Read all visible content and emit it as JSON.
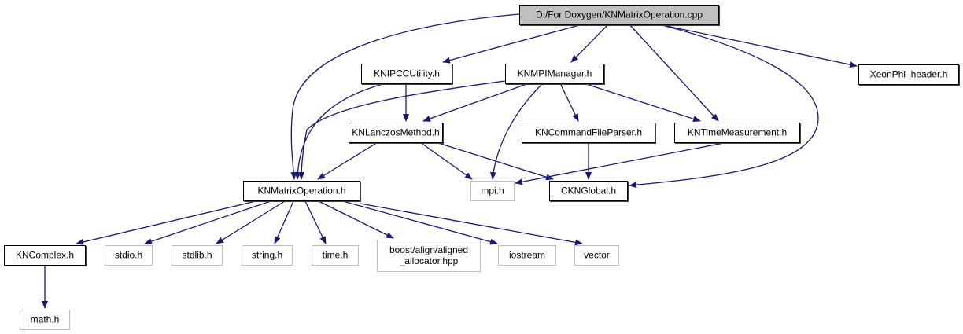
{
  "diagram": {
    "type": "include-dependency-graph",
    "colors": {
      "edge": "#191970",
      "root_fill": "#bfbfbf",
      "root_border": "#000000",
      "documented_border": "#000000",
      "external_border": "#bfbfbf",
      "node_fill": "#ffffff"
    },
    "nodes": [
      {
        "id": "root",
        "lines": [
          "D:/For Doxygen/KNMatrixOperation.cpp"
        ],
        "kind": "root"
      },
      {
        "id": "knipcc",
        "lines": [
          "KNIPCCUtility.h"
        ],
        "kind": "documented"
      },
      {
        "id": "knmpi",
        "lines": [
          "KNMPIManager.h"
        ],
        "kind": "documented"
      },
      {
        "id": "xeon",
        "lines": [
          "XeonPhi_header.h"
        ],
        "kind": "documented"
      },
      {
        "id": "knlanczos",
        "lines": [
          "KNLanczosMethod.h"
        ],
        "kind": "documented"
      },
      {
        "id": "kncmd",
        "lines": [
          "KNCommandFileParser.h"
        ],
        "kind": "documented"
      },
      {
        "id": "kntime",
        "lines": [
          "KNTimeMeasurement.h"
        ],
        "kind": "documented"
      },
      {
        "id": "knmatrix",
        "lines": [
          "KNMatrixOperation.h"
        ],
        "kind": "documented"
      },
      {
        "id": "mpi",
        "lines": [
          "mpi.h"
        ],
        "kind": "external"
      },
      {
        "id": "ckn",
        "lines": [
          "CKNGlobal.h"
        ],
        "kind": "documented"
      },
      {
        "id": "kncomplex",
        "lines": [
          "KNComplex.h"
        ],
        "kind": "documented"
      },
      {
        "id": "stdio",
        "lines": [
          "stdio.h"
        ],
        "kind": "external"
      },
      {
        "id": "stdlib",
        "lines": [
          "stdlib.h"
        ],
        "kind": "external"
      },
      {
        "id": "string",
        "lines": [
          "string.h"
        ],
        "kind": "external"
      },
      {
        "id": "time",
        "lines": [
          "time.h"
        ],
        "kind": "external"
      },
      {
        "id": "boost",
        "lines": [
          "boost/align/aligned",
          "_allocator.hpp"
        ],
        "kind": "external"
      },
      {
        "id": "iostream",
        "lines": [
          "iostream"
        ],
        "kind": "external"
      },
      {
        "id": "vector",
        "lines": [
          "vector"
        ],
        "kind": "external"
      },
      {
        "id": "math",
        "lines": [
          "math.h"
        ],
        "kind": "external"
      }
    ],
    "edges": [
      {
        "from": "root",
        "to": "knmatrix"
      },
      {
        "from": "root",
        "to": "knipcc"
      },
      {
        "from": "root",
        "to": "knmpi"
      },
      {
        "from": "root",
        "to": "kntime"
      },
      {
        "from": "root",
        "to": "ckn"
      },
      {
        "from": "root",
        "to": "xeon"
      },
      {
        "from": "knipcc",
        "to": "knmatrix"
      },
      {
        "from": "knipcc",
        "to": "knlanczos"
      },
      {
        "from": "knmpi",
        "to": "knmatrix"
      },
      {
        "from": "knmpi",
        "to": "knlanczos"
      },
      {
        "from": "knmpi",
        "to": "mpi"
      },
      {
        "from": "knmpi",
        "to": "kncmd"
      },
      {
        "from": "knmpi",
        "to": "kntime"
      },
      {
        "from": "knlanczos",
        "to": "knmatrix"
      },
      {
        "from": "knlanczos",
        "to": "mpi"
      },
      {
        "from": "knlanczos",
        "to": "ckn"
      },
      {
        "from": "kncmd",
        "to": "ckn"
      },
      {
        "from": "kntime",
        "to": "mpi"
      },
      {
        "from": "knmatrix",
        "to": "kncomplex"
      },
      {
        "from": "knmatrix",
        "to": "stdio"
      },
      {
        "from": "knmatrix",
        "to": "stdlib"
      },
      {
        "from": "knmatrix",
        "to": "string"
      },
      {
        "from": "knmatrix",
        "to": "time"
      },
      {
        "from": "knmatrix",
        "to": "boost"
      },
      {
        "from": "knmatrix",
        "to": "iostream"
      },
      {
        "from": "knmatrix",
        "to": "vector"
      },
      {
        "from": "kncomplex",
        "to": "math"
      }
    ]
  }
}
